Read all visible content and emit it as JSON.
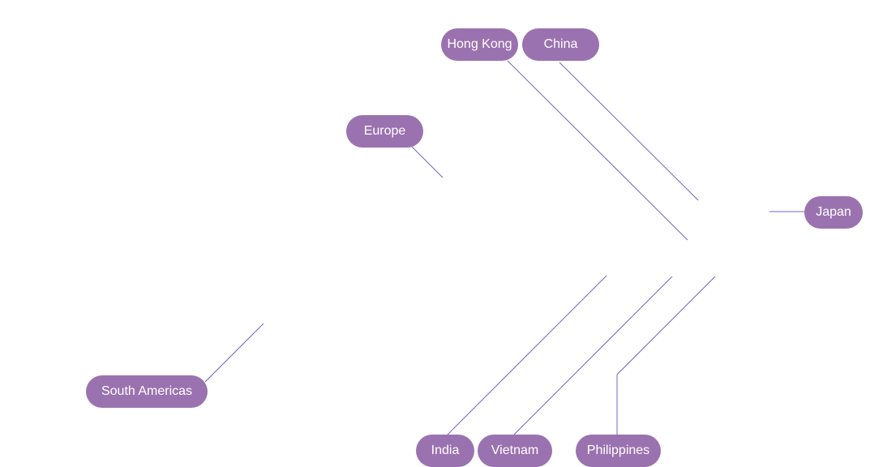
{
  "diagram": {
    "line_color": "#7464c4",
    "node_color": "#9b72b0",
    "node_text_color": "#ffffff",
    "nodes": {
      "hong_kong": "Hong Kong",
      "china": "China",
      "europe": "Europe",
      "japan": "Japan",
      "south_americas": "South Americas",
      "india": "India",
      "vietnam": "Vietnam",
      "philippines": "Philippines"
    }
  }
}
